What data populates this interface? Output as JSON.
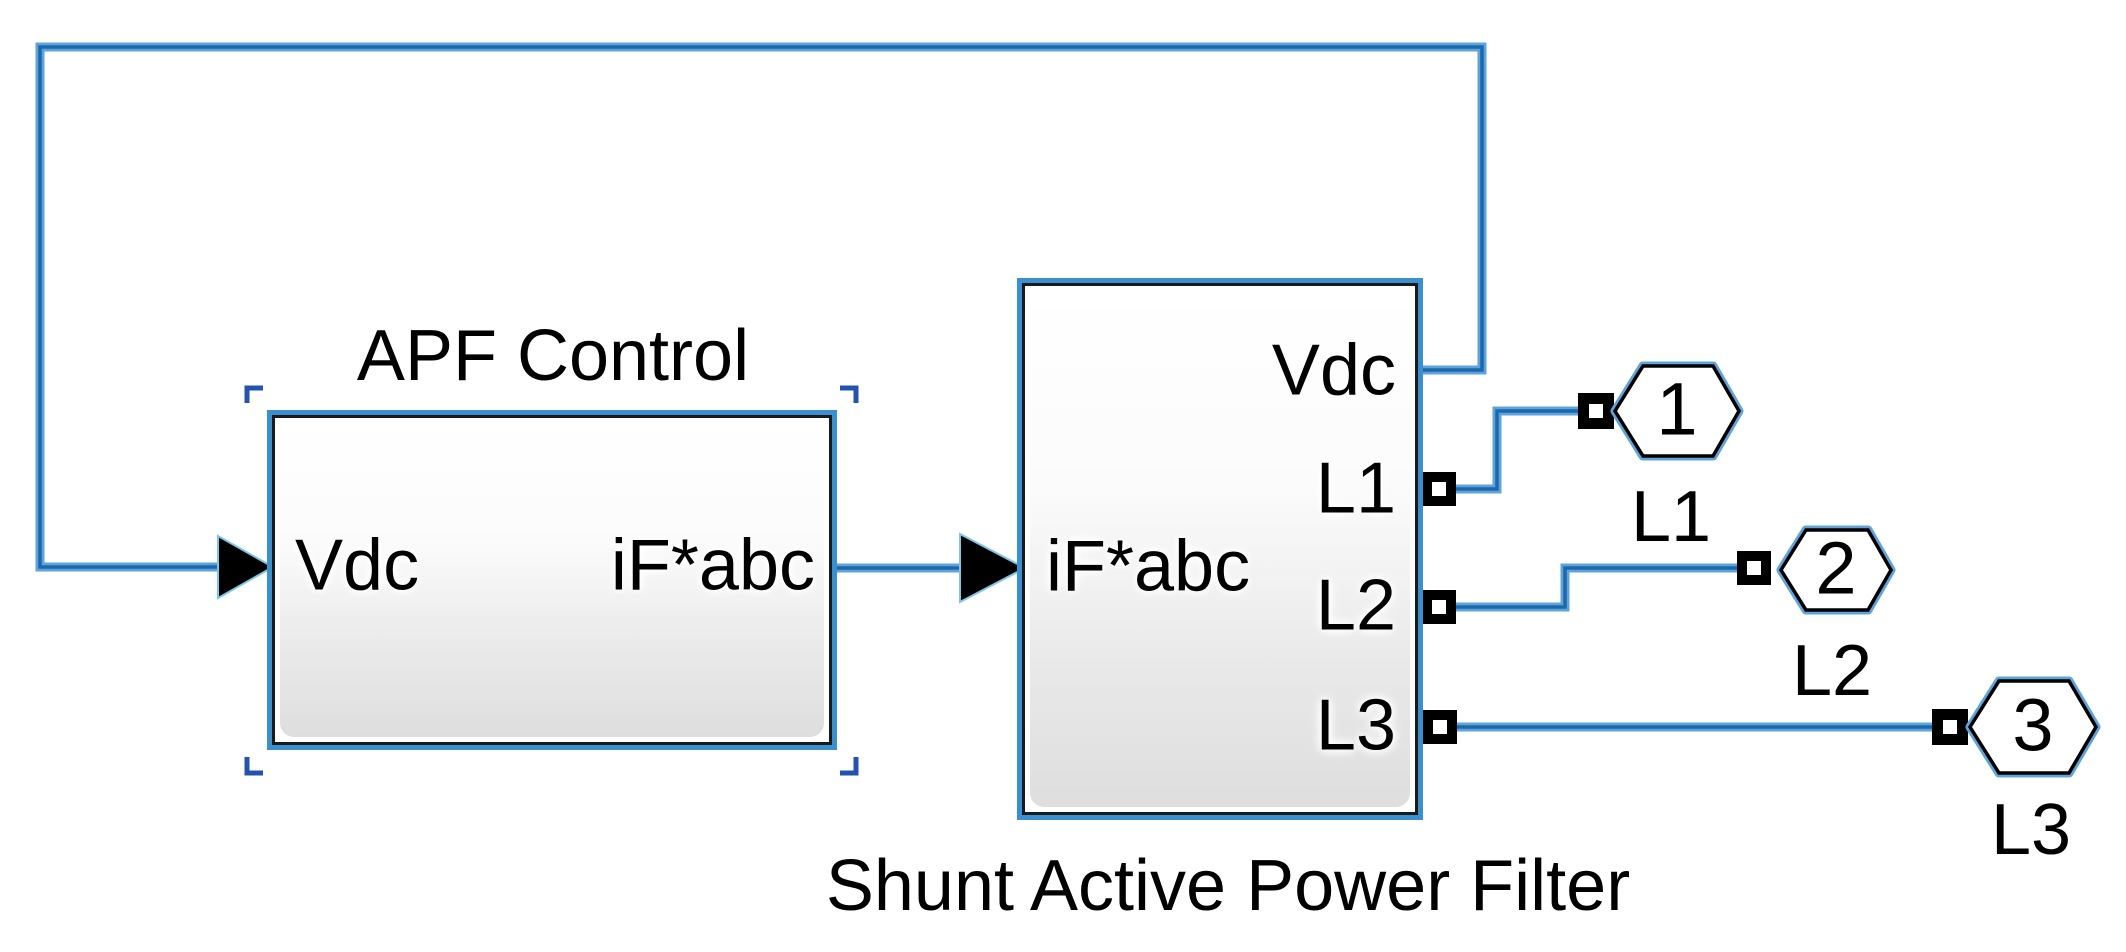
{
  "diagram": {
    "apf_control_block": {
      "title": "APF Control",
      "input_label": "Vdc",
      "output_label": "iF*abc"
    },
    "sapf_block": {
      "title": "Shunt Active Power Filter",
      "input_label": "iF*abc",
      "output_labels": [
        "Vdc",
        "L1",
        "L2",
        "L3"
      ]
    },
    "outports": [
      {
        "number": "1",
        "label": "L1"
      },
      {
        "number": "2",
        "label": "L2"
      },
      {
        "number": "3",
        "label": "L3"
      }
    ],
    "colors": {
      "wire_core": "#1d68ac",
      "wire_glow": "#5ea3d9",
      "block_outline_blue": "#3a8fce",
      "selection_bracket_blue": "#2353ae",
      "border_black": "#1a1a1a",
      "fill_top": "#ffffff",
      "fill_bottom": "#dedede",
      "arrow_edge": "#7cc7e8"
    }
  }
}
